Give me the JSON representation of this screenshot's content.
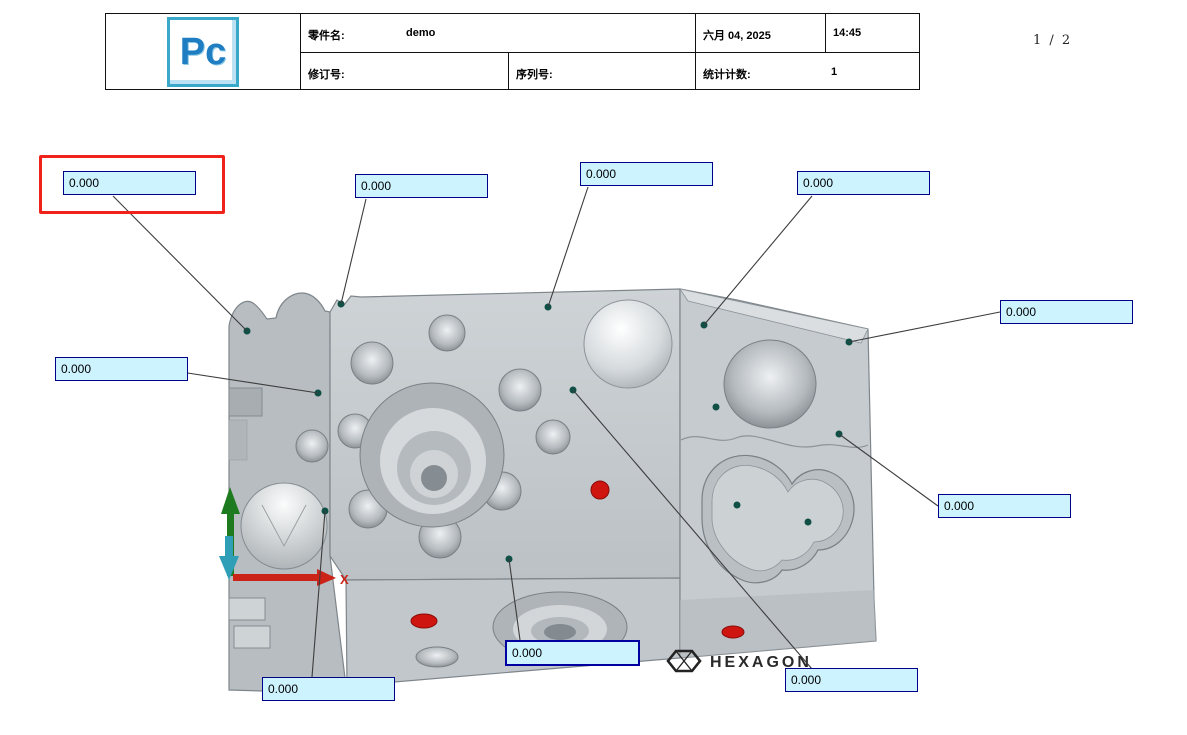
{
  "page": {
    "indicator": "1 / 2"
  },
  "header": {
    "logo": "Pc",
    "part_name_label": "零件名:",
    "part_name_value": "demo",
    "date": "六月 04, 2025",
    "time": "14:45",
    "revision_label": "修订号:",
    "serial_label": "序列号:",
    "stat_count_label": "统计计数:",
    "stat_count_value": "1"
  },
  "labels": [
    {
      "value": "0.000",
      "selected": true
    },
    {
      "value": "0.000"
    },
    {
      "value": "0.000"
    },
    {
      "value": "0.000"
    },
    {
      "value": "0.000"
    },
    {
      "value": "0.000"
    },
    {
      "value": "0.000"
    },
    {
      "value": "0.000",
      "emphasized": true
    },
    {
      "value": "0.000"
    },
    {
      "value": "0.000"
    }
  ],
  "axes": {
    "x_label": "X"
  },
  "branding": {
    "hexagon": "HEXAGON"
  },
  "colors": {
    "label_background": "#cdf3ff",
    "label_border": "#000088",
    "selection": "#ef231a",
    "logo_teal": "#3aa8c9",
    "logo_blue": "#1f7ec2",
    "model_gray": "#c6cbcf",
    "point_red": "#cf1510",
    "axis_x_red": "#cc2318",
    "axis_y_green": "#1e7a1e",
    "axis_z_teal": "#2f9fb8"
  }
}
